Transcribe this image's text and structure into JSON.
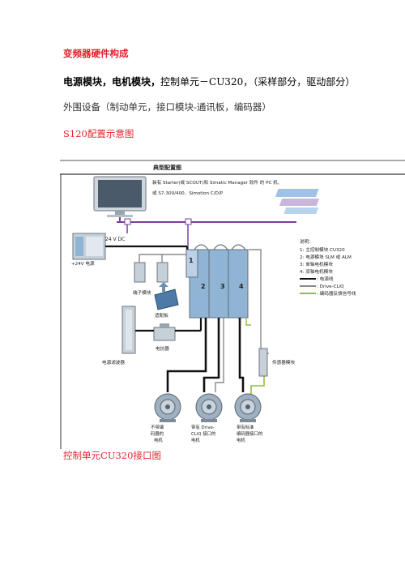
{
  "doc": {
    "heading1": "变频器硬件构成",
    "line2_bold": "电源模块，电机模块，",
    "line2_rest": "控制单元－CU320，（采样部分，驱动部分）",
    "line3": "外围设备（制动单元，接口模块-通讯板，编码器）",
    "heading2": "S120配置示意图",
    "heading3": "控制单元CU320接口图"
  },
  "figure": {
    "title": "典型配置图",
    "pc_line1": "装有 Starter(或 SCOUT)和 Simatic Manager 软件 的 PC 机、",
    "pc_line2": "或 S7-300/400、Simotion C/D/P",
    "dc_label": "24 V DC",
    "supply_label": "+24V 电源",
    "terminal_label": "端子模块",
    "adapter_label": "适配板",
    "filter_label": "电源滤波器",
    "reactor_label": "电抗器",
    "sensor_label": "传感器模块",
    "module_numbers": [
      "1",
      "2",
      "3",
      "4"
    ],
    "legend": {
      "title": "说明：",
      "items": [
        "1: 主控制模块 CU320",
        "2: 电源模块 SLM 或 ALM",
        "3: 单轴电机模块",
        "4: 双轴电机模块"
      ],
      "line_items": [
        {
          "label": ": 电源线",
          "color": "#111111"
        },
        {
          "label": ": Drive-CLiQ",
          "color": "#8a8a8a"
        },
        {
          "label": ": 编码器反馈信号线",
          "color": "#8fbf3a"
        }
      ]
    },
    "motors": [
      {
        "line1": "不带编",
        "line2": "码器的",
        "line3": "电机"
      },
      {
        "line1": "带有 Drive-",
        "line2": "CLiQ 接口的",
        "line3": "电机"
      },
      {
        "line1": "带有标准",
        "line2": "编码器接口的",
        "line3": "电机"
      }
    ],
    "colors": {
      "bus": "#7b3f9a",
      "power": "#111111",
      "cliq": "#8a8a8a",
      "encoder": "#8fbf3a",
      "module": "#8fb4d4"
    }
  }
}
